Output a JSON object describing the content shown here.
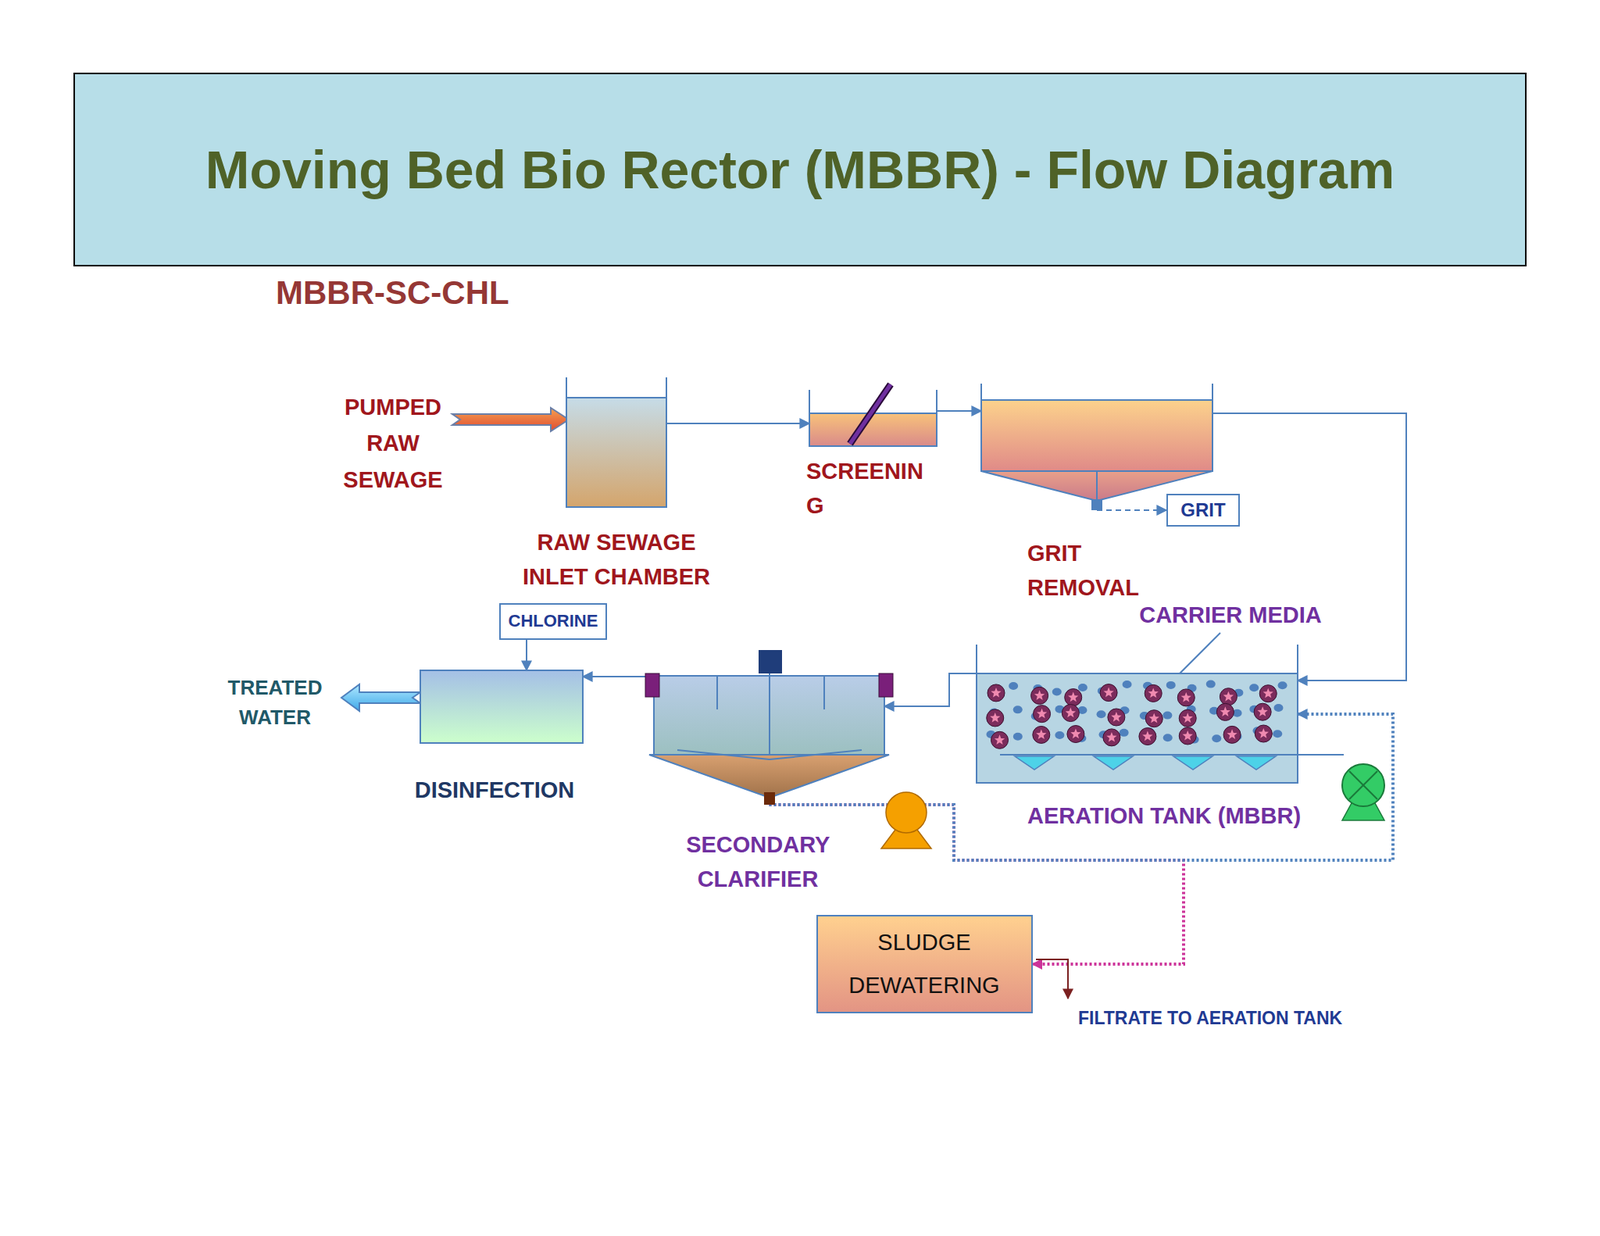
{
  "diagram": {
    "title": "Moving Bed Bio Rector (MBBR) - Flow Diagram",
    "nodes": [
      {
        "text": [
          "RAW SEWAGE INLET CHAMBER"
        ]
      },
      {
        "text": [
          "SCREENIN G"
        ]
      },
      {
        "text": [
          "GRIT REMOVAL"
        ]
      },
      {
        "text": [
          "GRIT"
        ]
      },
      {
        "text": [
          "AERATION TANK (MBBR)"
        ]
      },
      {
        "text": [
          "SECONDARY CLARIFIER"
        ]
      },
      {
        "text": [
          "CHLORINE"
        ]
      },
      {
        "text": [
          "DISINFECTION"
        ]
      },
      {
        "text": [
          "SLUDGE DEWATERING"
        ]
      }
    ],
    "edges": [
      {
        "from": 0,
        "to": 1,
        "arrow": "to"
      },
      {
        "from": 1,
        "to": 2,
        "arrow": "to"
      },
      {
        "from": 2,
        "to": 3,
        "arrow": "to"
      },
      {
        "from": 2,
        "to": 4,
        "arrow": "to"
      },
      {
        "from": 4,
        "to": 5,
        "arrow": "to"
      },
      {
        "from": 5,
        "to": 7,
        "arrow": "to"
      },
      {
        "from": 6,
        "to": 7,
        "arrow": "to"
      },
      {
        "from": 5,
        "to": 8,
        "arrow": "to"
      },
      {
        "from": 5,
        "to": 4,
        "arrow": "to"
      }
    ],
    "labels": [
      "MBBR-SC-CHL",
      "PUMPED RAW SEWAGE",
      "CARRIER MEDIA",
      "TREATED WATER",
      "FILTRATE TO AERATION TANK"
    ]
  }
}
